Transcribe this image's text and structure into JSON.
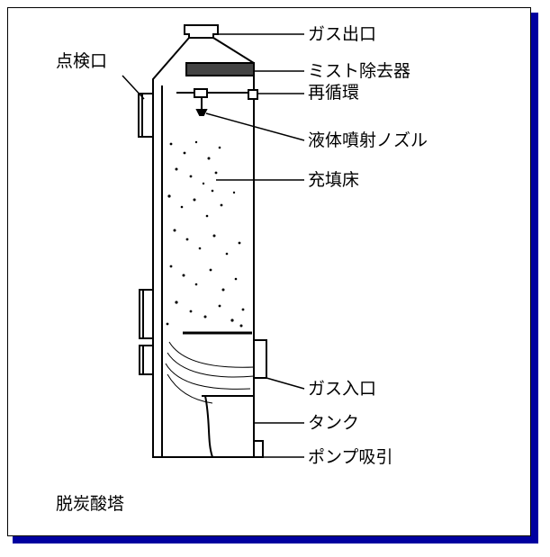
{
  "labels": {
    "gas_outlet": "ガス出口",
    "inspection_port": "点検口",
    "mist_eliminator": "ミスト除去器",
    "recirculation": "再循環",
    "liquid_spray_nozzle": "液体噴射ノズル",
    "packed_bed": "充填床",
    "gas_inlet": "ガス入口",
    "tank": "タンク",
    "pump_suction": "ポンプ吸引"
  },
  "caption": "脱炭酸塔",
  "colors": {
    "frame_shadow": "#0000a0",
    "ink": "#000000",
    "background": "#ffffff"
  }
}
